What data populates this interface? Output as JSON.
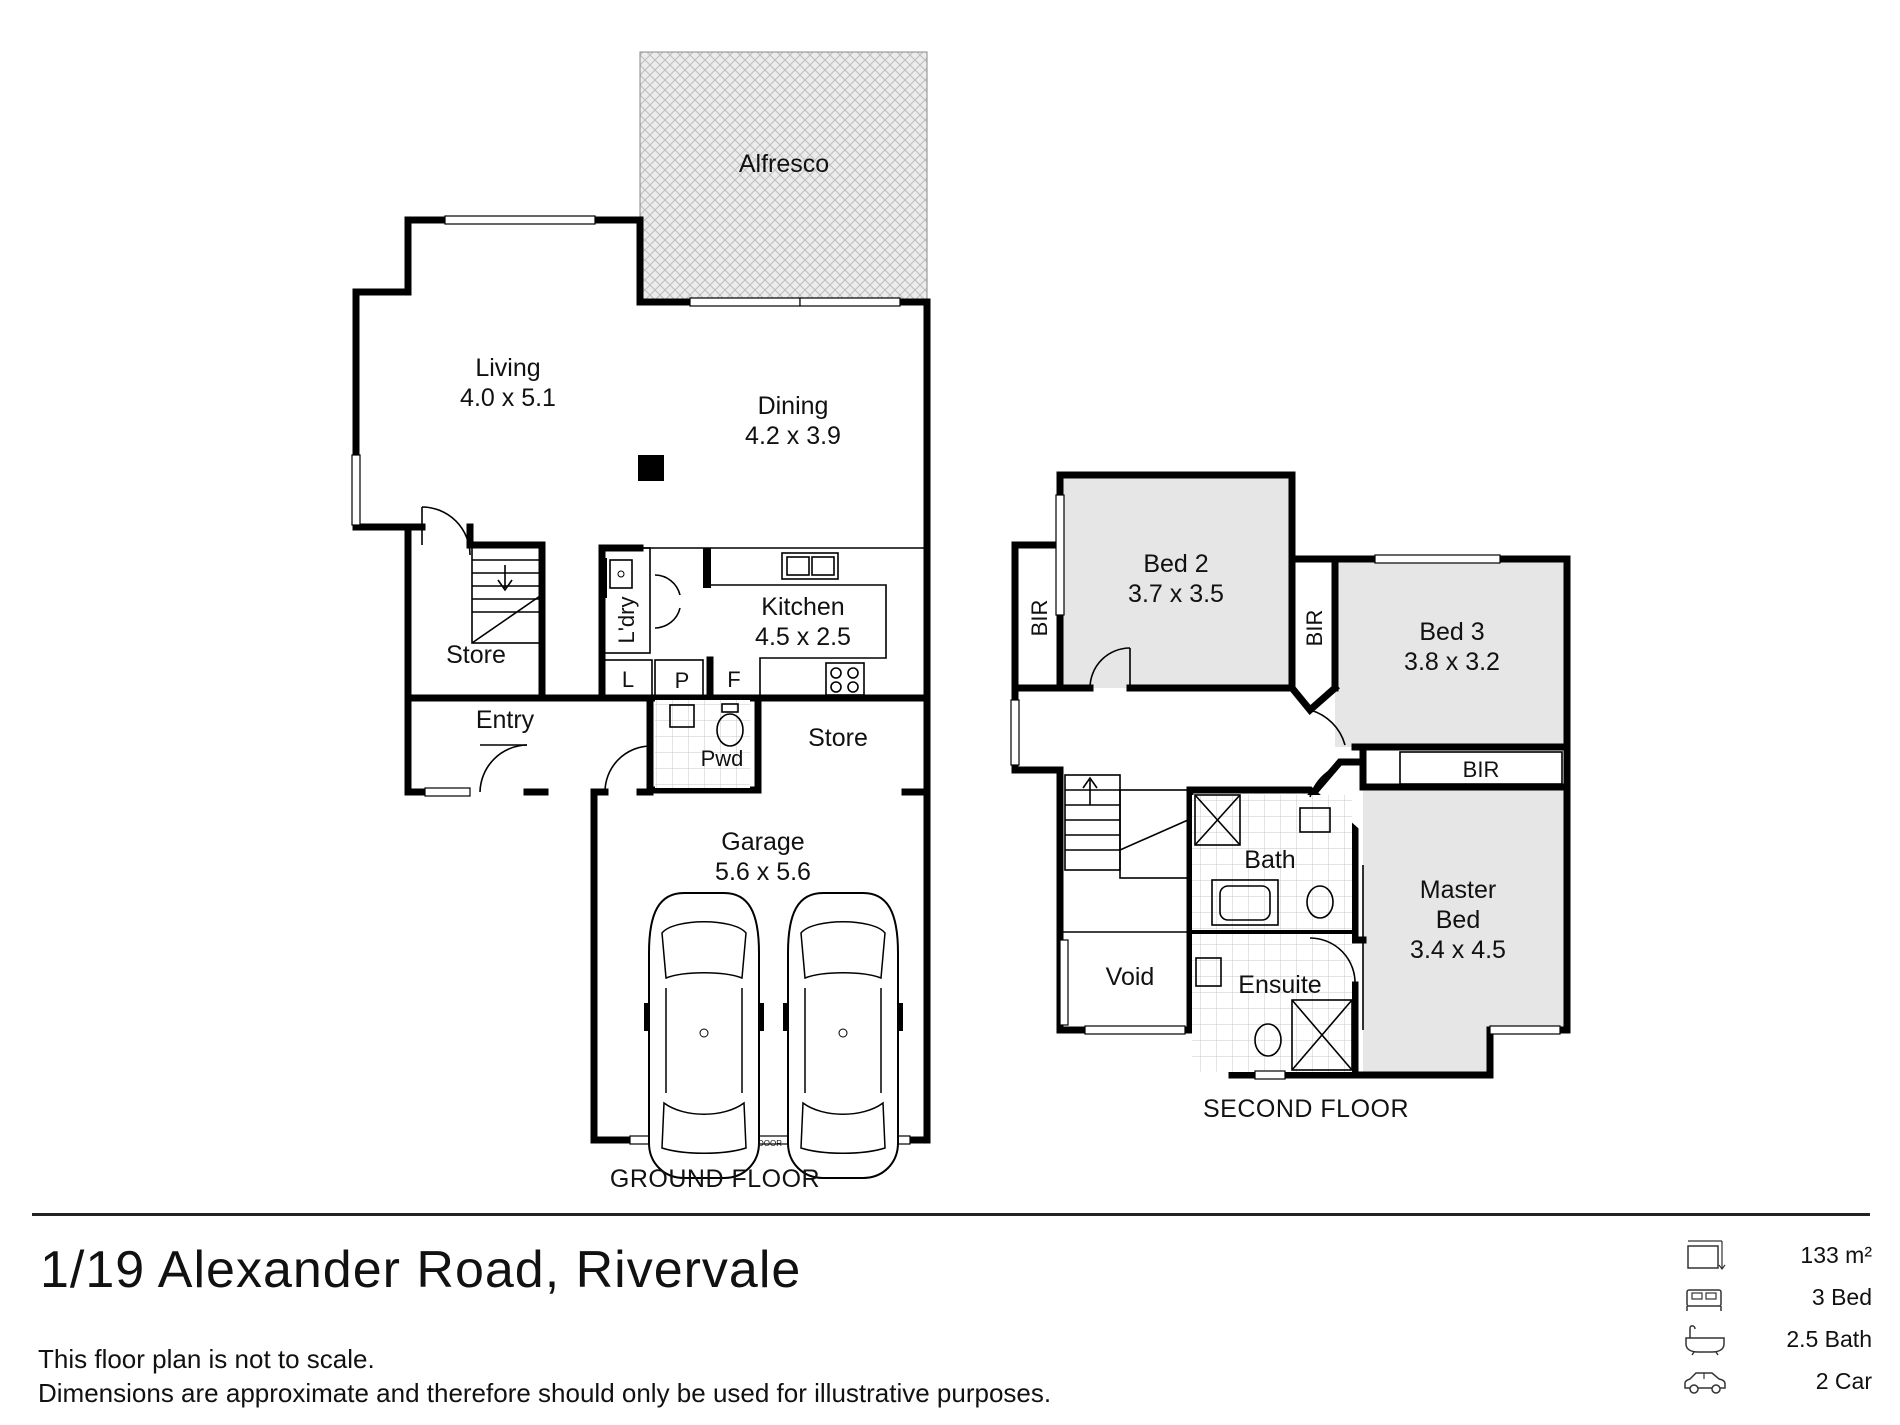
{
  "plan": {
    "ground_floor_label": "GROUND FLOOR",
    "second_floor_label": "SECOND FLOOR",
    "rooms": {
      "alfresco": {
        "name": "Alfresco"
      },
      "living": {
        "name": "Living",
        "size": "4.0 x 5.1"
      },
      "dining": {
        "name": "Dining",
        "size": "4.2 x 3.9"
      },
      "kitchen": {
        "name": "Kitchen",
        "size": "4.5 x 2.5"
      },
      "laundry": {
        "name": "L'dry"
      },
      "store_stairs": {
        "name": "Store"
      },
      "store_garage": {
        "name": "Store"
      },
      "linen": {
        "name": "L"
      },
      "pantry": {
        "name": "P"
      },
      "fridge": {
        "name": "F"
      },
      "entry": {
        "name": "Entry"
      },
      "powder": {
        "name": "Pwd"
      },
      "garage": {
        "name": "Garage",
        "size": "5.6 x 5.6"
      },
      "garage_door": {
        "name": "DOOR"
      },
      "bed2": {
        "name": "Bed 2",
        "size": "3.7 x 3.5"
      },
      "bed3": {
        "name": "Bed 3",
        "size": "3.8 x 3.2"
      },
      "bir_bed2": {
        "name": "BIR"
      },
      "bir_bed3": {
        "name": "BIR"
      },
      "bir_master": {
        "name": "BIR"
      },
      "bath": {
        "name": "Bath"
      },
      "master": {
        "name": "Master",
        "name2": "Bed",
        "size": "3.4 x 4.5"
      },
      "void": {
        "name": "Void"
      },
      "ensuite": {
        "name": "Ensuite"
      }
    }
  },
  "footer": {
    "address": "1/19 Alexander Road, Rivervale",
    "disclaimer_line1": "This floor plan is not to scale.",
    "disclaimer_line2": "Dimensions are approximate and therefore should only be used for illustrative purposes.",
    "stats": [
      {
        "icon": "floor-area-icon",
        "value": "133 m²"
      },
      {
        "icon": "bed-icon",
        "value": "3 Bed"
      },
      {
        "icon": "bath-icon",
        "value": "2.5 Bath"
      },
      {
        "icon": "car-icon",
        "value": "2 Car"
      }
    ]
  }
}
